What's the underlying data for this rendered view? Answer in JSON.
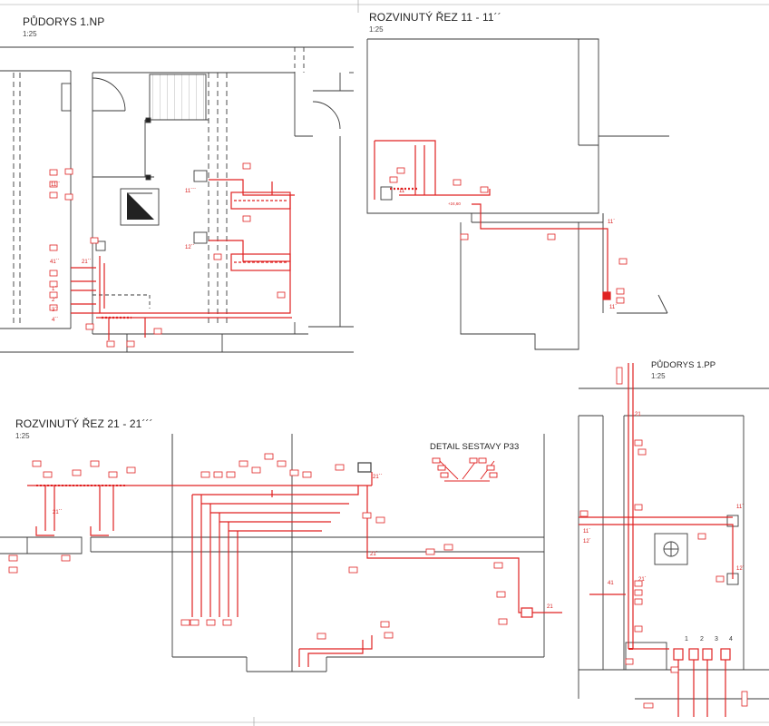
{
  "views": {
    "np1": {
      "title": "PŮDORYS 1.NP",
      "scale": "1:25"
    },
    "sec11": {
      "title": "ROZVINUTÝ ŘEZ 11 - 11´´",
      "scale": "1:25"
    },
    "sec21": {
      "title": "ROZVINUTÝ ŘEZ 21 - 21´´´",
      "scale": "1:25"
    },
    "pp1": {
      "title": "PŮDORYS 1.PP",
      "scale": "1:25"
    },
    "detail": {
      "title": "DETAIL SESTAVY P33"
    }
  },
  "np1_labels": {
    "l11a": "11´´",
    "l11b": "11´´´",
    "l12": "12´´",
    "l21": "21´´",
    "l41": "41´´",
    "l1": "1´´",
    "l2": "2´´",
    "l3": "3´´",
    "l4": "4´´"
  },
  "sec11_labels": {
    "l11a": "11´",
    "l11b": "11´",
    "l11c": "11´",
    "dim": "+24,60"
  },
  "sec21_labels": {
    "l21a": "21´´",
    "l21b": "21´´",
    "l21c": "21´",
    "l21d": "21"
  },
  "pp1_labels": {
    "l21": "21",
    "l11a": "11´",
    "l11b": "11´",
    "l12a": "12´",
    "l12b": "12´",
    "l21b": "21´",
    "l41": "41",
    "n1": "1",
    "n2": "2",
    "n3": "3",
    "n4": "4"
  },
  "colors": {
    "line": "#3a3a3a",
    "pipe": "#e02222",
    "label": "#d81e1e"
  }
}
